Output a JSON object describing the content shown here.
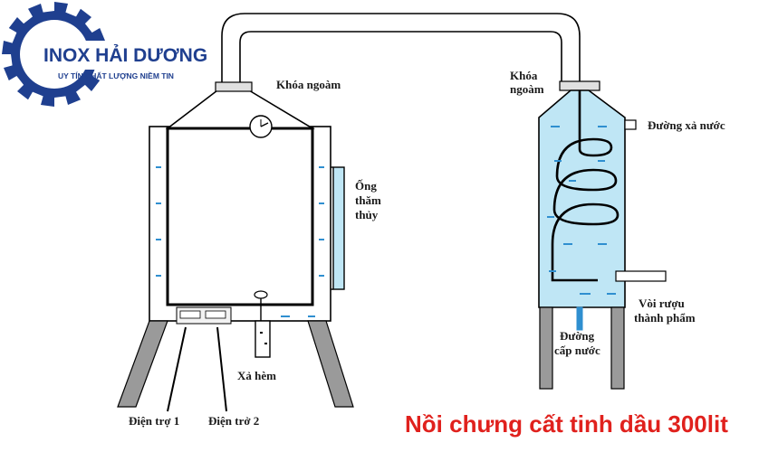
{
  "brand": {
    "name": "INOX HẢI DƯƠNG",
    "slogan": "UY TÍN CHẤT LƯỢNG NIỀM TIN",
    "color": "#1f3f8f"
  },
  "labels": {
    "lock_left": "Khóa ngoàm",
    "lock_right_line1": "Khóa",
    "lock_right_line2": "ngoàm",
    "drain_water": "Đường xả nước",
    "sight_tube_line1": "Ống",
    "sight_tube_line2": "thăm",
    "sight_tube_line3": "thủy",
    "product_tap_line1": "Vòi rượu",
    "product_tap_line2": "thành phẩm",
    "water_inlet_line1": "Đường",
    "water_inlet_line2": "cấp nước",
    "drain_valve": "Xả hèm",
    "heater_1": "Điện trợ 1",
    "heater_2": "Điện trở 2"
  },
  "caption": {
    "text": "Nồi chưng cất tinh dầu 300lit",
    "color": "#e0211d"
  },
  "colors": {
    "water": "#bfe6f5",
    "water_dash": "#2f8fd0",
    "legs": "#9a9a9a",
    "lines": "#000000"
  }
}
